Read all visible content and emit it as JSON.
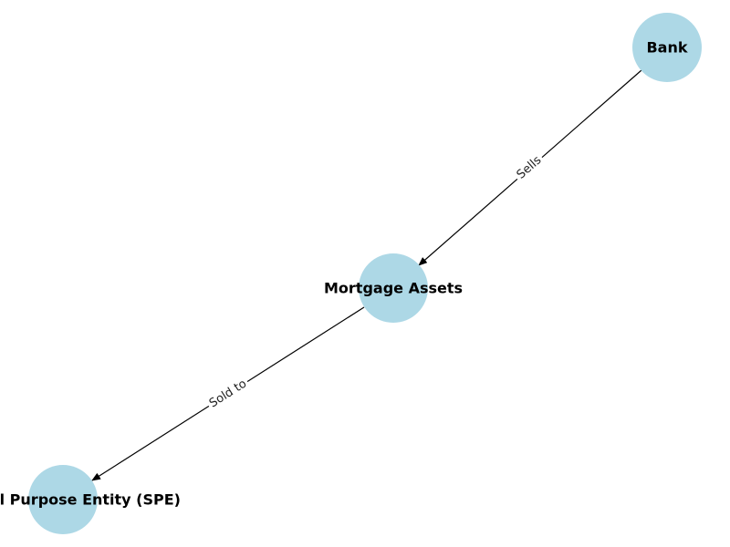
{
  "diagram": {
    "nodes": [
      {
        "id": "bank",
        "label": "Bank"
      },
      {
        "id": "mortgage",
        "label": "Mortgage Assets"
      },
      {
        "id": "spe",
        "label": "Special Purpose Entity (SPE)"
      }
    ],
    "edges": [
      {
        "from": "bank",
        "to": "mortgage",
        "label": "Sells"
      },
      {
        "from": "mortgage",
        "to": "spe",
        "label": "Sold to"
      }
    ],
    "colors": {
      "node_fill": "#add8e6",
      "edge": "#000000",
      "background": "#ffffff"
    }
  }
}
